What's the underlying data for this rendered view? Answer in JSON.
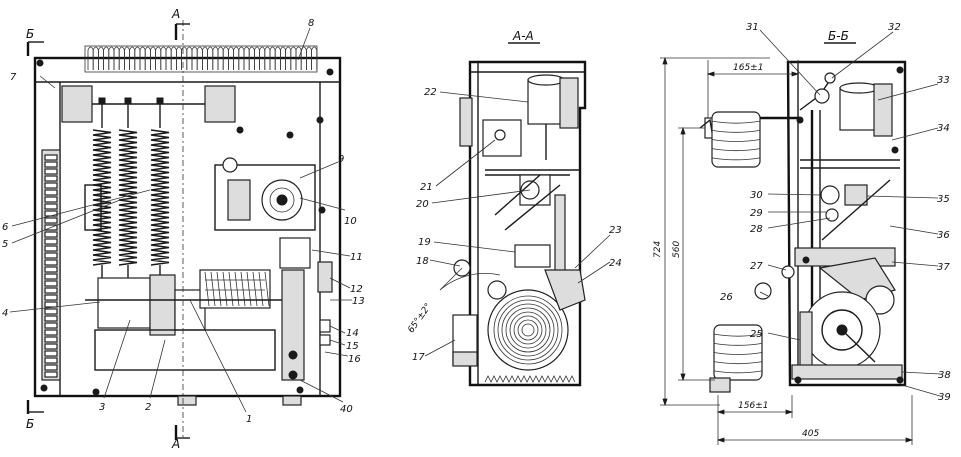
{
  "views": {
    "front": {
      "section_markers": [
        "А",
        "А",
        "Б",
        "Б"
      ],
      "callouts": [
        "7",
        "8",
        "9",
        "10",
        "11",
        "12",
        "13",
        "14",
        "15",
        "16",
        "40",
        "1",
        "2",
        "3",
        "4",
        "5",
        "6"
      ]
    },
    "section_aa": {
      "title": "А-А",
      "callouts": [
        "22",
        "21",
        "20",
        "19",
        "18",
        "17",
        "23",
        "24"
      ],
      "angle_label": "65°±2°"
    },
    "section_bb": {
      "title": "Б-Б",
      "callouts": [
        "31",
        "32",
        "33",
        "34",
        "30",
        "29",
        "28",
        "35",
        "36",
        "27",
        "37",
        "26",
        "25",
        "38",
        "39"
      ],
      "dimensions": [
        "165±1",
        "724",
        "560",
        "156±1",
        "405"
      ]
    }
  }
}
